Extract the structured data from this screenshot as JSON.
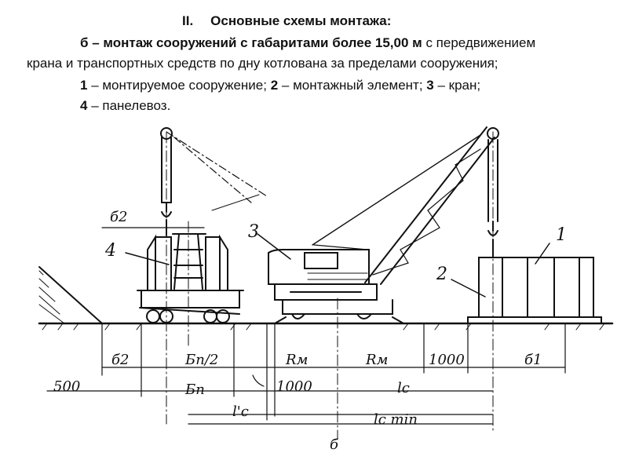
{
  "caption": {
    "heading_num": "II.",
    "heading_text": "Основные схемы монтажа:",
    "line1_a": "б – монтаж сооружений с габаритами ",
    "line1_bold": "более 15,00 м",
    "line1_b": " с передвижением",
    "line2": "крана и транспортных средств по дну котлована за пределами сооружения;",
    "legend1_n": "1",
    "legend1_t": " – монтируемое сооружение; ",
    "legend2_n": "2",
    "legend2_t": " – монтажный элемент; ",
    "legend3_n": "3",
    "legend3_t": " – кран;",
    "legend4_n": "4",
    "legend4_t": " – панелевоз."
  },
  "drawing": {
    "labels": {
      "n1": "1",
      "n2": "2",
      "n3": "3",
      "n4": "4",
      "delta2_top": "б2",
      "delta2_dim": "б2",
      "bp_half": "Бп/2",
      "rm_left": "Rм",
      "rm_right": "Rм",
      "d1000_right": "1000",
      "delta1": "б1",
      "d500": "500",
      "bp": "Бп",
      "d1000_mid": "1000",
      "lc_right": "lс",
      "lc_left": "l'с",
      "lc_min": "lс min",
      "section_mark": "б"
    }
  }
}
